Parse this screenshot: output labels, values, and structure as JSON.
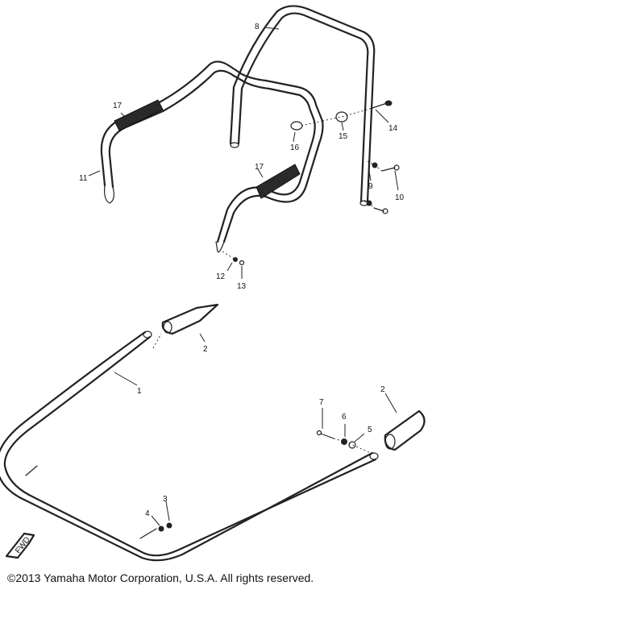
{
  "diagram": {
    "callouts": {
      "p1": "1",
      "p2a": "2",
      "p2b": "2",
      "p3": "3",
      "p4": "4",
      "p5": "5",
      "p6": "6",
      "p7": "7",
      "p8": "8",
      "p9": "9",
      "p10": "10",
      "p11": "11",
      "p12": "12",
      "p13": "13",
      "p14": "14",
      "p15": "15",
      "p16": "16",
      "p17a": "17",
      "p17b": "17"
    },
    "direction_mark": "FWD"
  },
  "footer": {
    "copyright": "©2013 Yamaha Motor Corporation, U.S.A. All rights reserved."
  }
}
